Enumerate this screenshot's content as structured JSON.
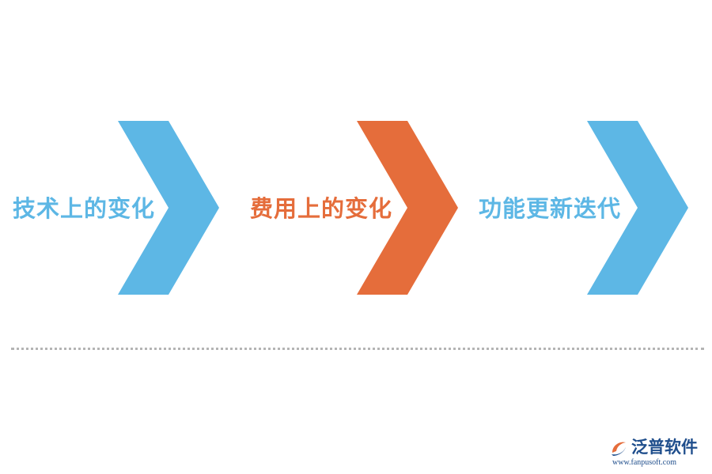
{
  "steps": [
    {
      "label": "技术上的变化",
      "color": "#5db7e5"
    },
    {
      "label": "费用上的变化",
      "color": "#e56d3b"
    },
    {
      "label": "功能更新迭代",
      "color": "#5db7e5"
    }
  ],
  "chevron_icon": "chevron-right-arrow",
  "divider_color": "#b4b4b4",
  "logo": {
    "name": "泛普软件",
    "url": "www.fanpusoft.com",
    "color": "#1f4e8c",
    "accent": "#e56d3b"
  }
}
